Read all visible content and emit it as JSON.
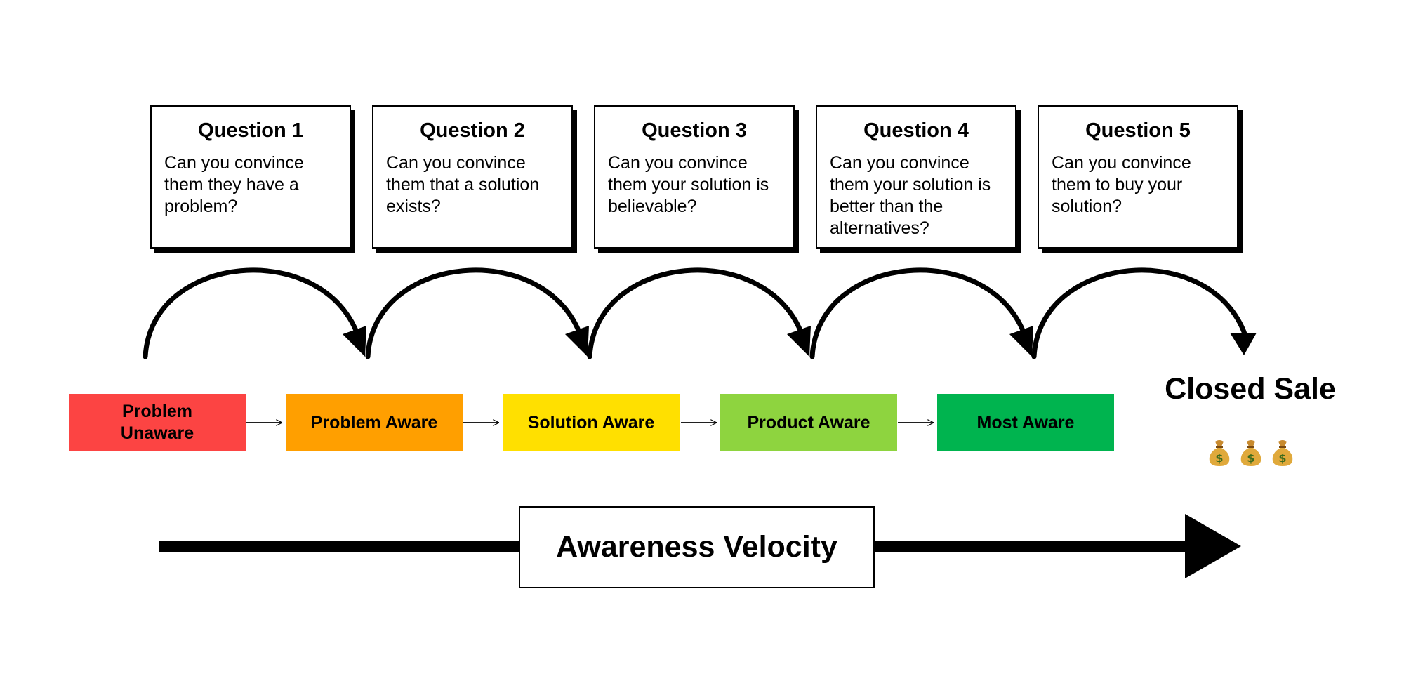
{
  "questions": [
    {
      "title": "Question 1",
      "text": "Can you convince them they have a problem?"
    },
    {
      "title": "Question 2",
      "text": "Can you convince them that a solution exists?"
    },
    {
      "title": "Question 3",
      "text": "Can you convince them your solution is believable?"
    },
    {
      "title": "Question 4",
      "text": "Can you convince them your solution is better than the alternatives?"
    },
    {
      "title": "Question 5",
      "text": "Can you convince them to buy your solution?"
    }
  ],
  "stages": [
    {
      "label": "Problem Unaware",
      "color": "#fc4443"
    },
    {
      "label": "Problem Aware",
      "color": "#ff9f00"
    },
    {
      "label": "Solution Aware",
      "color": "#ffe000"
    },
    {
      "label": "Product Aware",
      "color": "#8ed43f"
    },
    {
      "label": "Most Aware",
      "color": "#00b44f"
    }
  ],
  "closed_sale": {
    "title": "Closed Sale",
    "icons": [
      "money-bag-icon",
      "money-bag-icon",
      "money-bag-icon"
    ]
  },
  "velocity": {
    "label": "Awareness Velocity"
  }
}
